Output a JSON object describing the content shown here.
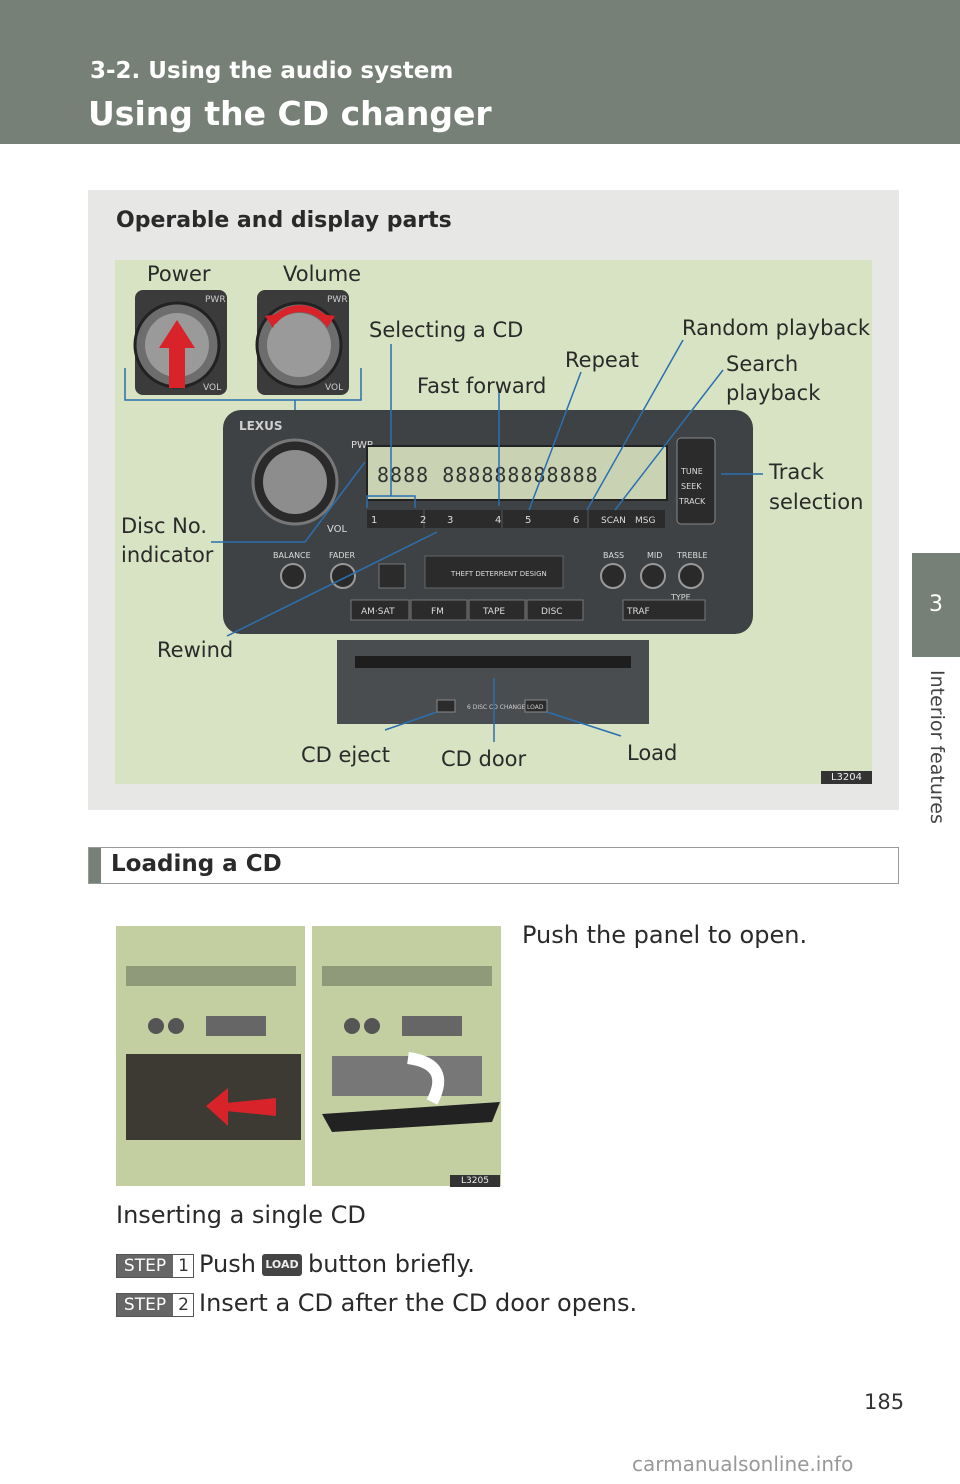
{
  "header": {
    "section": "3-2. Using the audio system",
    "title": "Using the CD changer"
  },
  "side_tab": {
    "number": "3",
    "label": "Interior features"
  },
  "panel": {
    "title": "Operable and display parts",
    "labels": {
      "power": "Power",
      "volume": "Volume",
      "selecting_cd": "Selecting a CD",
      "random": "Random playback",
      "repeat": "Repeat",
      "search1": "Search",
      "search2": "playback",
      "fast_forward": "Fast forward",
      "track1": "Track",
      "track2": "selection",
      "disc1": "Disc No.",
      "disc2": "indicator",
      "rewind": "Rewind",
      "cd_eject": "CD eject",
      "cd_door": "CD door",
      "load": "Load"
    },
    "radio": {
      "brand": "LEXUS",
      "pwr": "PWR",
      "vol": "VOL",
      "presets": [
        "1",
        "2",
        "3",
        "4",
        "5",
        "6"
      ],
      "scan": "SCAN",
      "msg": "MSG",
      "tune": "TUNE",
      "seek": "SEEK",
      "track": "TRACK",
      "balance": "BALANCE",
      "fader": "FADER",
      "bass": "BASS",
      "mid": "MID",
      "treble": "TREBLE",
      "type": "TYPE",
      "theft": "THEFT DETERRENT DESIGN",
      "bottom_buttons": [
        "AM·SAT",
        "FM",
        "TAPE",
        "DISC"
      ],
      "traf": "TRAF",
      "changer": "6 DISC CD CHANGER",
      "load_btn": "LOAD"
    },
    "code": "L3204"
  },
  "loading": {
    "title": "Loading a CD",
    "push_panel": "Push the panel to open.",
    "photo_code": "L3205",
    "single_cd": "Inserting a single CD",
    "step_word": "STEP",
    "steps": [
      {
        "num": "1",
        "before": "Push",
        "button": "LOAD",
        "after": "button briefly."
      },
      {
        "num": "2",
        "text": "Insert a CD after the CD door opens."
      }
    ]
  },
  "page_number": "185",
  "footer": "carmanualsonline.info"
}
